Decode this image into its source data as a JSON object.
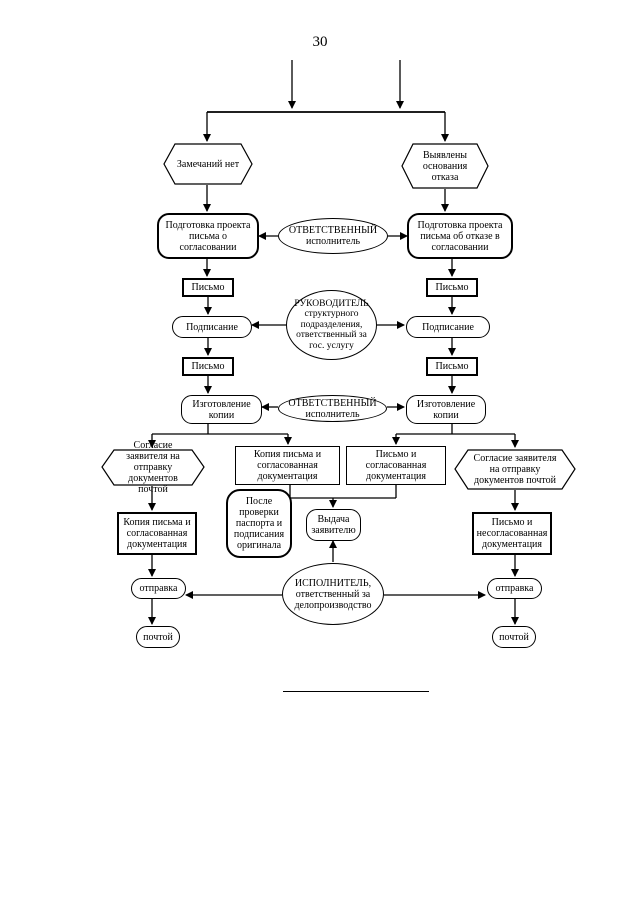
{
  "page_number": "30",
  "nodes": {
    "no_remarks": "Замечаний нет",
    "refusal_grounds": "Выявлены основания отказа",
    "prep_approval": "Подготовка проекта письма о согласовании",
    "prep_refusal": "Подготовка проекта письма об отказе в согласовании",
    "responsible_1": "ОТВЕТСТВЕННЫЙ исполнитель",
    "letter_left_1": "Письмо",
    "letter_right_1": "Письмо",
    "manager": "РУКОВОДИТЕЛЬ структурного подразделения, ответственный за гос. услугу",
    "signing_left": "Подписание",
    "signing_right": "Подписание",
    "letter_left_2": "Письмо",
    "letter_right_2": "Письмо",
    "copy_left": "Изготовление копии",
    "copy_right": "Изготовление копии",
    "responsible_2": "ОТВЕТСТВЕННЫЙ исполнитель",
    "consent_left": "Согласие заявителя на отправку документов почтой",
    "consent_right": "Согласие заявителя на отправку документов почтой",
    "copy_letter_approved": "Копия письма и согласованная документация",
    "letter_approved": "Письмо и согласованная документация",
    "after_check": "После проверки паспорта и подписания оригинала",
    "issue_applicant": "Выдача заявителю",
    "copy_letter_docs": "Копия письма и согласованная документация",
    "letter_not_approved": "Письмо и несогласованная документация",
    "executor": "ИСПОЛНИТЕЛЬ, ответственный за делопроизводство",
    "sending_left": "отправка",
    "sending_right": "отправка",
    "by_mail_left": "почтой",
    "by_mail_right": "почтой"
  }
}
